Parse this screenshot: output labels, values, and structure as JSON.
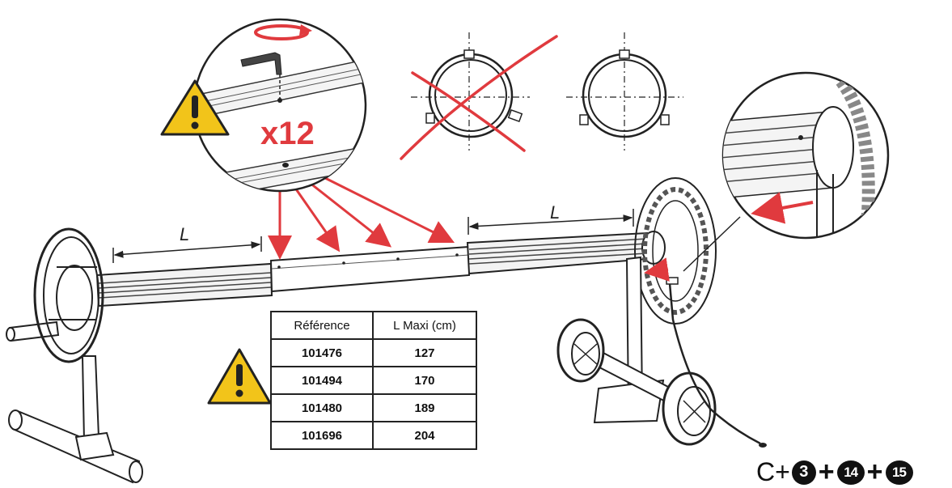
{
  "figure": {
    "multiplier_label": "x12",
    "dimension_label": "L"
  },
  "table": {
    "headers": [
      "Référence",
      "L Maxi (cm)"
    ],
    "rows": [
      [
        "101476",
        "127"
      ],
      [
        "101494",
        "170"
      ],
      [
        "101480",
        "189"
      ],
      [
        "101696",
        "204"
      ]
    ]
  },
  "step_reference": {
    "prefix": "C+",
    "separator": "+",
    "steps": [
      "3",
      "14",
      "15"
    ]
  },
  "colors": {
    "accent_red": "#e03a3e",
    "warning_yellow": "#f2c41a",
    "line_dark": "#222222"
  },
  "icons": [
    "warning-icon",
    "hex-key-icon",
    "rotate-arrow-icon",
    "cross-mark-icon"
  ]
}
